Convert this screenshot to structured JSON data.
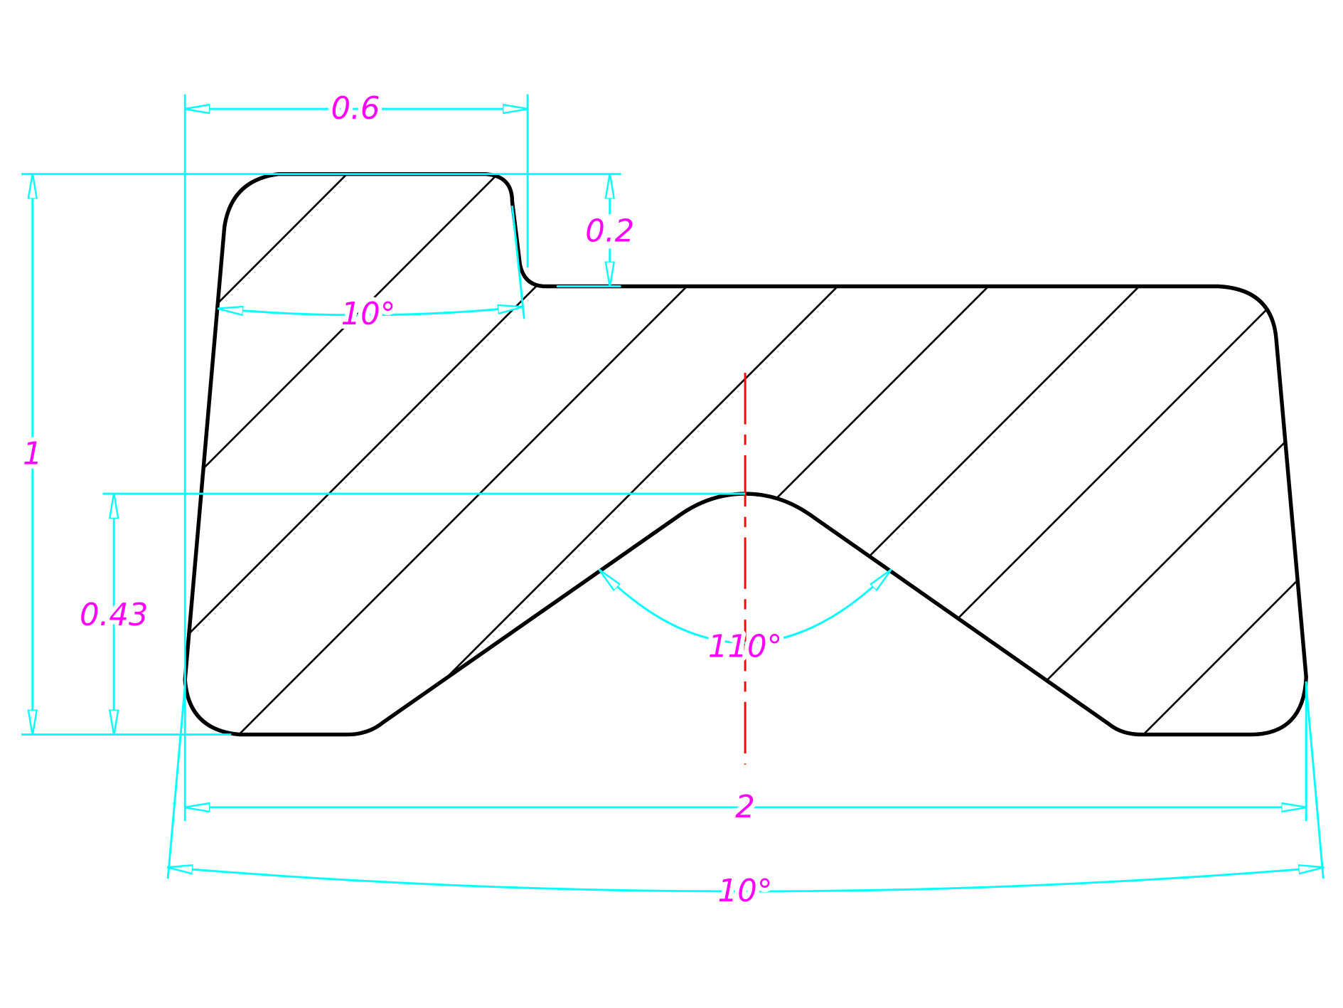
{
  "drawing": {
    "dimensions": {
      "top_width": "0.6",
      "step_height": "0.2",
      "top_taper_angle": "10°",
      "total_height": "1",
      "notch_height": "0.43",
      "notch_angle": "110°",
      "total_width": "2",
      "bottom_taper_angle": "10°"
    },
    "colors": {
      "outline": "#000000",
      "dimension": "#00ffff",
      "label": "#ff00ff",
      "centerline": "#ff0000"
    }
  }
}
